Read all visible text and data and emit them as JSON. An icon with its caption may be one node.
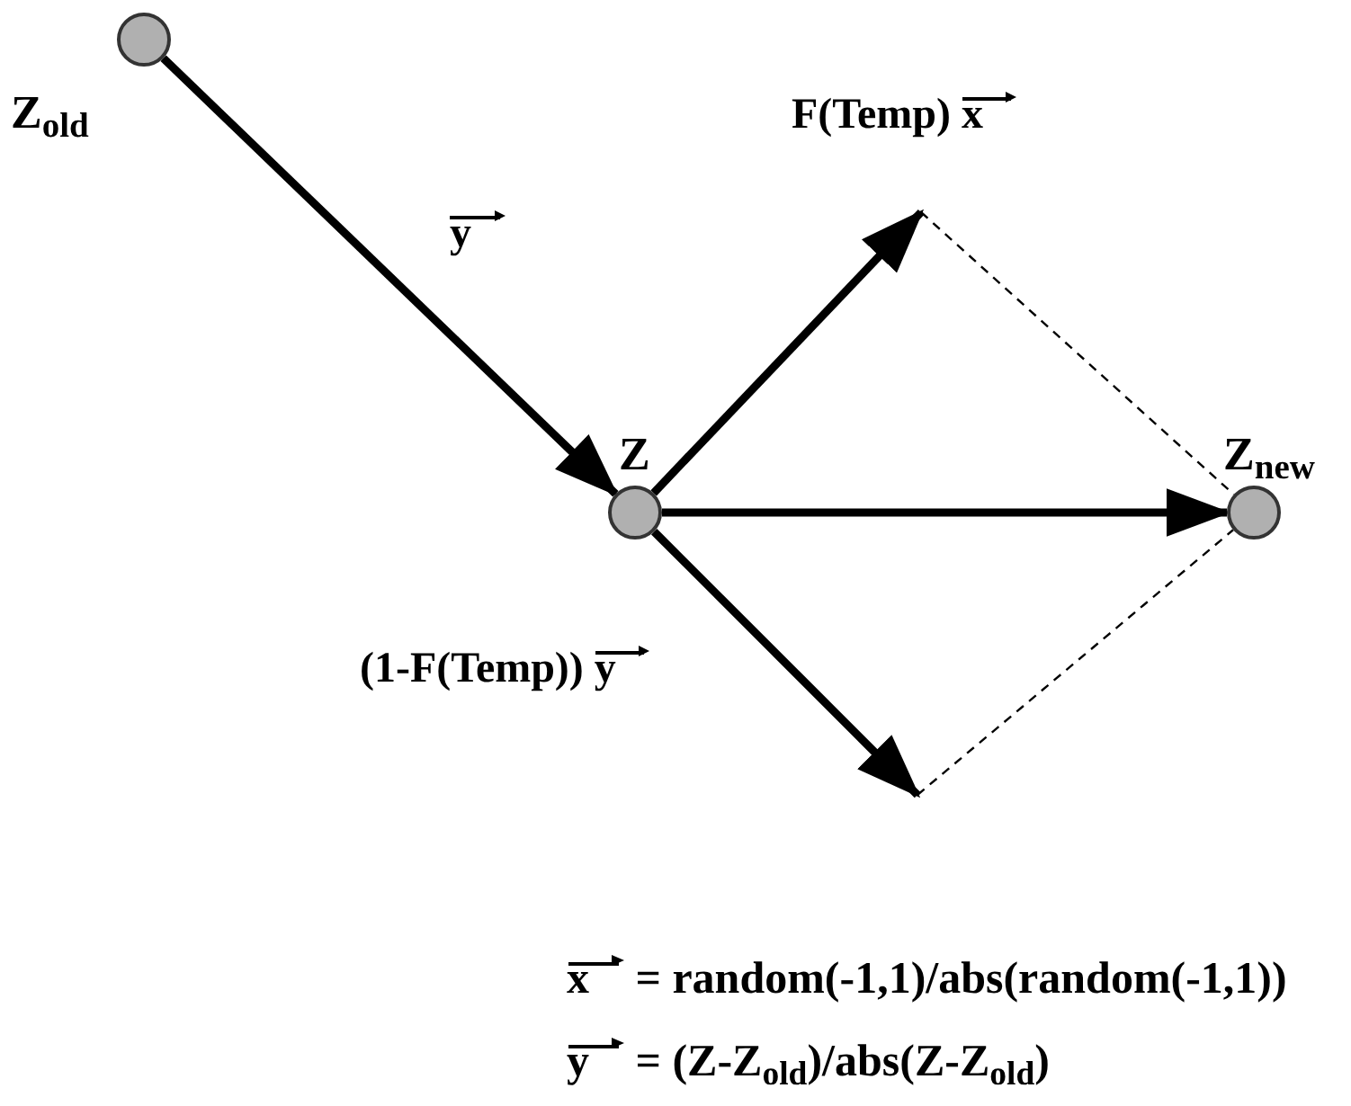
{
  "diagram": {
    "nodes": [
      {
        "text": [],
        "shape": "circle",
        "beside": [
          "Z$_{old}$"
        ]
      },
      {
        "text": [],
        "shape": "circle",
        "beside": [
          "Z"
        ]
      },
      {
        "text": [],
        "shape": "circle",
        "beside": [
          "Z$_{new}$"
        ]
      }
    ],
    "edges": [
      {
        "from": 0,
        "to": 1,
        "arrow": "to",
        "label": "y⃗"
      },
      {
        "from": 1,
        "to": null,
        "arrow": "to",
        "label": "F(Temp) x⃗"
      },
      {
        "from": 1,
        "to": 2,
        "arrow": "to"
      },
      {
        "from": 1,
        "to": null,
        "arrow": "to",
        "label": "(1-F(Temp)) y⃗"
      },
      {
        "from": null,
        "to": 2,
        "arrow": "none",
        "style": "dashed"
      },
      {
        "from": null,
        "to": 2,
        "arrow": "none",
        "style": "dashed"
      }
    ],
    "labels": [
      "x⃗ = random(-1,1)/abs(random(-1,1))",
      "y⃗ = (Z-Z$_{old}$)/abs(Z-Z$_{old}$)"
    ]
  }
}
